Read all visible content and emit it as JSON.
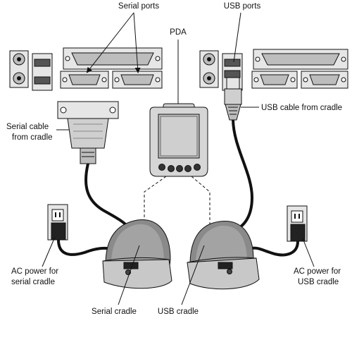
{
  "labels": {
    "serial_ports": "Serial ports",
    "usb_ports": "USB ports",
    "pda": "PDA",
    "usb_cable_line1": "USB cable from cradle",
    "serial_cable_line1": "Serial cable",
    "serial_cable_line2": "from cradle",
    "ac_serial_line1": "AC power for",
    "ac_serial_line2": "serial cradle",
    "ac_usb_line1": "AC power for",
    "ac_usb_line2": "USB cradle",
    "serial_cradle": "Serial cradle",
    "usb_cradle": "USB cradle"
  },
  "colors": {
    "line": "#111111",
    "port_fill": "#e6e6e6",
    "port_inner": "#bdbdbd",
    "device_fill": "#cfcfcf",
    "cradle_fill": "#8a8a8a",
    "cradle_light": "#c8c8c8",
    "screen_fill": "#c9c9c9"
  }
}
